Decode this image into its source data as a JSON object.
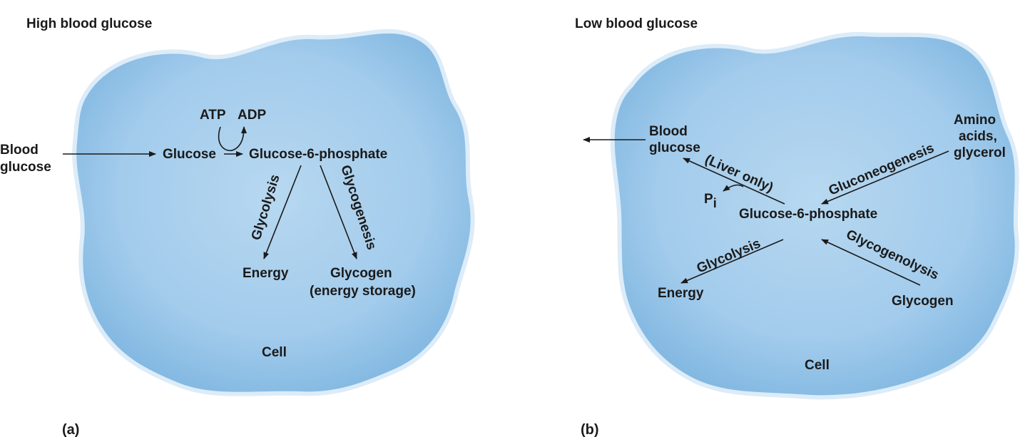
{
  "colors": {
    "cell_fill_center": "#b7d8f0",
    "cell_fill_edge": "#7fb6e0",
    "cell_rim": "#dcecf8",
    "text": "#1a1a1a",
    "arrow": "#1a1a1a"
  },
  "panel_a": {
    "heading": "High blood glucose",
    "panel_label": "(a)",
    "cell_label": "Cell",
    "blood_glucose_line1": "Blood",
    "blood_glucose_line2": "glucose",
    "glucose": "Glucose",
    "atp": "ATP",
    "adp": "ADP",
    "glucose6p": "Glucose-6-phosphate",
    "glycolysis": "Glycolysis",
    "glycogenesis": "Glycogenesis",
    "energy": "Energy",
    "glycogen": "Glycogen",
    "energy_storage": "(energy storage)"
  },
  "panel_b": {
    "heading": "Low blood glucose",
    "panel_label": "(b)",
    "cell_label": "Cell",
    "blood_line1": "Blood",
    "blood_line2": "glucose",
    "liver_only": "(Liver only)",
    "pi_main": "P",
    "pi_sub": "i",
    "glucose6p": "Glucose-6-phosphate",
    "gluconeogenesis": "Gluconeogenesis",
    "amino_line1": "Amino",
    "amino_line2": "acids,",
    "amino_line3": "glycerol",
    "glycolysis": "Glycolysis",
    "energy": "Energy",
    "glycogenolysis": "Glycogenolysis",
    "glycogen": "Glycogen"
  }
}
